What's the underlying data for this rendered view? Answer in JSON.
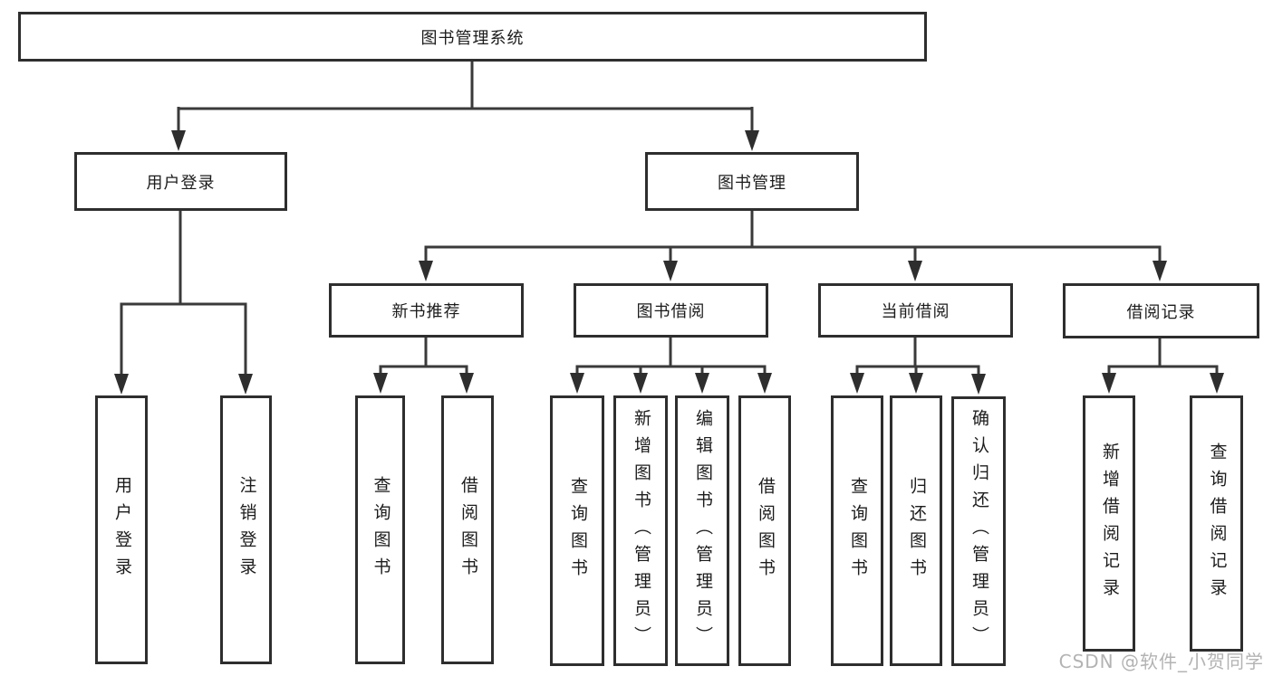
{
  "tree": {
    "root": {
      "label": "图书管理系统",
      "children": [
        {
          "label": "用户登录",
          "children": [
            {
              "label": "用户登录"
            },
            {
              "label": "注销登录"
            }
          ]
        },
        {
          "label": "图书管理",
          "children": [
            {
              "label": "新书推荐",
              "children": [
                {
                  "label": "查询图书"
                },
                {
                  "label": "借阅图书"
                }
              ]
            },
            {
              "label": "图书借阅",
              "children": [
                {
                  "label": "查询图书"
                },
                {
                  "label": "新增图书（管理员）"
                },
                {
                  "label": "编辑图书（管理员）"
                },
                {
                  "label": "借阅图书"
                }
              ]
            },
            {
              "label": "当前借阅",
              "children": [
                {
                  "label": "查询图书"
                },
                {
                  "label": "归还图书"
                },
                {
                  "label": "确认归还（管理员）"
                }
              ]
            },
            {
              "label": "借阅记录",
              "children": [
                {
                  "label": "新增借阅记录"
                },
                {
                  "label": "查询借阅记录"
                }
              ]
            }
          ]
        }
      ]
    }
  },
  "watermark": {
    "text": "CSDN @软件_小贺同学"
  },
  "colors": {
    "line": "#3a3a3a",
    "box_border": "#2e2e2e",
    "text": "#1c1c1c",
    "watermark": "#b3b3b3"
  }
}
